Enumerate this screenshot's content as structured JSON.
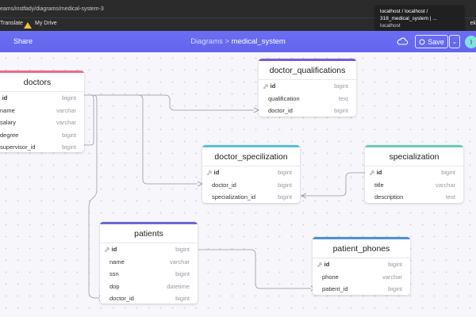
{
  "browser": {
    "url": "eams/instfady/diagrams/medical-system-3",
    "bookmarks": {
      "translate": "Translate",
      "drive": "My Drive",
      "edge": "ek"
    },
    "tooltip": {
      "line1": "localhost / localhost /",
      "line2": "318_medical_system | ...",
      "line3": "localhost"
    }
  },
  "header": {
    "share": "Share",
    "breadcrumb_parent": "Diagrams >",
    "breadcrumb_current": "medical_system",
    "save": "Save",
    "avatar": "I"
  },
  "colors": {
    "header": "#6366f1",
    "doctors": "#ea6a8f",
    "doctor_qualifications": "#7b5bd6",
    "doctor_specilization": "#5bbfe0",
    "specialization": "#6fc7b5",
    "patients": "#6d68cf",
    "patient_phones": "#4d8fd6"
  },
  "tables": {
    "doctors": {
      "title": "doctors",
      "fields": [
        {
          "name": "id",
          "type": "bigint",
          "pk": true
        },
        {
          "name": "name",
          "type": "varchar"
        },
        {
          "name": "salary",
          "type": "varchar"
        },
        {
          "name": "degree",
          "type": "bigint"
        },
        {
          "name": "supervisor_id",
          "type": "bigint"
        }
      ]
    },
    "doctor_qualifications": {
      "title": "doctor_qualifications",
      "fields": [
        {
          "name": "id",
          "type": "bigint",
          "pk": true
        },
        {
          "name": "qualification",
          "type": "text"
        },
        {
          "name": "doctor_id",
          "type": "bigint"
        }
      ]
    },
    "doctor_specilization": {
      "title": "doctor_specilization",
      "fields": [
        {
          "name": "id",
          "type": "bigint",
          "pk": true
        },
        {
          "name": "doctor_id",
          "type": "bigint"
        },
        {
          "name": "specialization_id",
          "type": "bigint"
        }
      ]
    },
    "specialization": {
      "title": "specialization",
      "fields": [
        {
          "name": "id",
          "type": "bigint",
          "pk": true
        },
        {
          "name": "title",
          "type": "varchar"
        },
        {
          "name": "description",
          "type": "text"
        }
      ]
    },
    "patients": {
      "title": "patients",
      "fields": [
        {
          "name": "id",
          "type": "bigint",
          "pk": true
        },
        {
          "name": "name",
          "type": "varchar"
        },
        {
          "name": "ssn",
          "type": "bigint"
        },
        {
          "name": "dop",
          "type": "datetime"
        },
        {
          "name": "doctor_id",
          "type": "bigint"
        }
      ]
    },
    "patient_phones": {
      "title": "patient_phones",
      "fields": [
        {
          "name": "id",
          "type": "bigint",
          "pk": true
        },
        {
          "name": "phone",
          "type": "varchar"
        },
        {
          "name": "patient_id",
          "type": "bigint"
        }
      ]
    }
  }
}
